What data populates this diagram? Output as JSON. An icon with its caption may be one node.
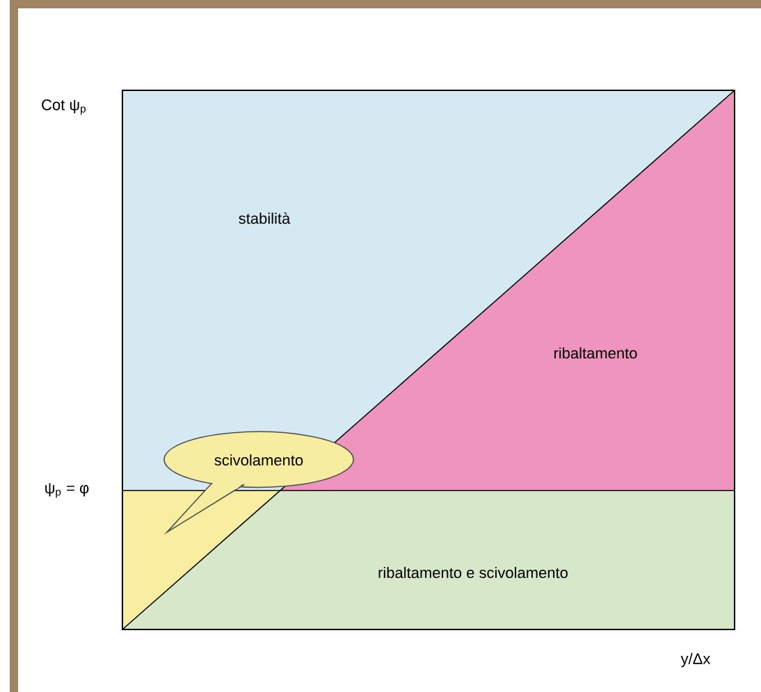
{
  "diagram": {
    "nodes": [
      {
        "text": [
          "stabilità"
        ]
      },
      {
        "text": [
          "ribaltamento"
        ]
      },
      {
        "text": [
          "ribaltamento e scivolamento"
        ]
      },
      {
        "text": [],
        "shape": "triangle"
      },
      {
        "text": [
          "scivolamento"
        ]
      }
    ],
    "labels": [
      "Cot ψ$_{p}$",
      "ψ$_{p}$ = φ",
      "y/Δx"
    ]
  }
}
